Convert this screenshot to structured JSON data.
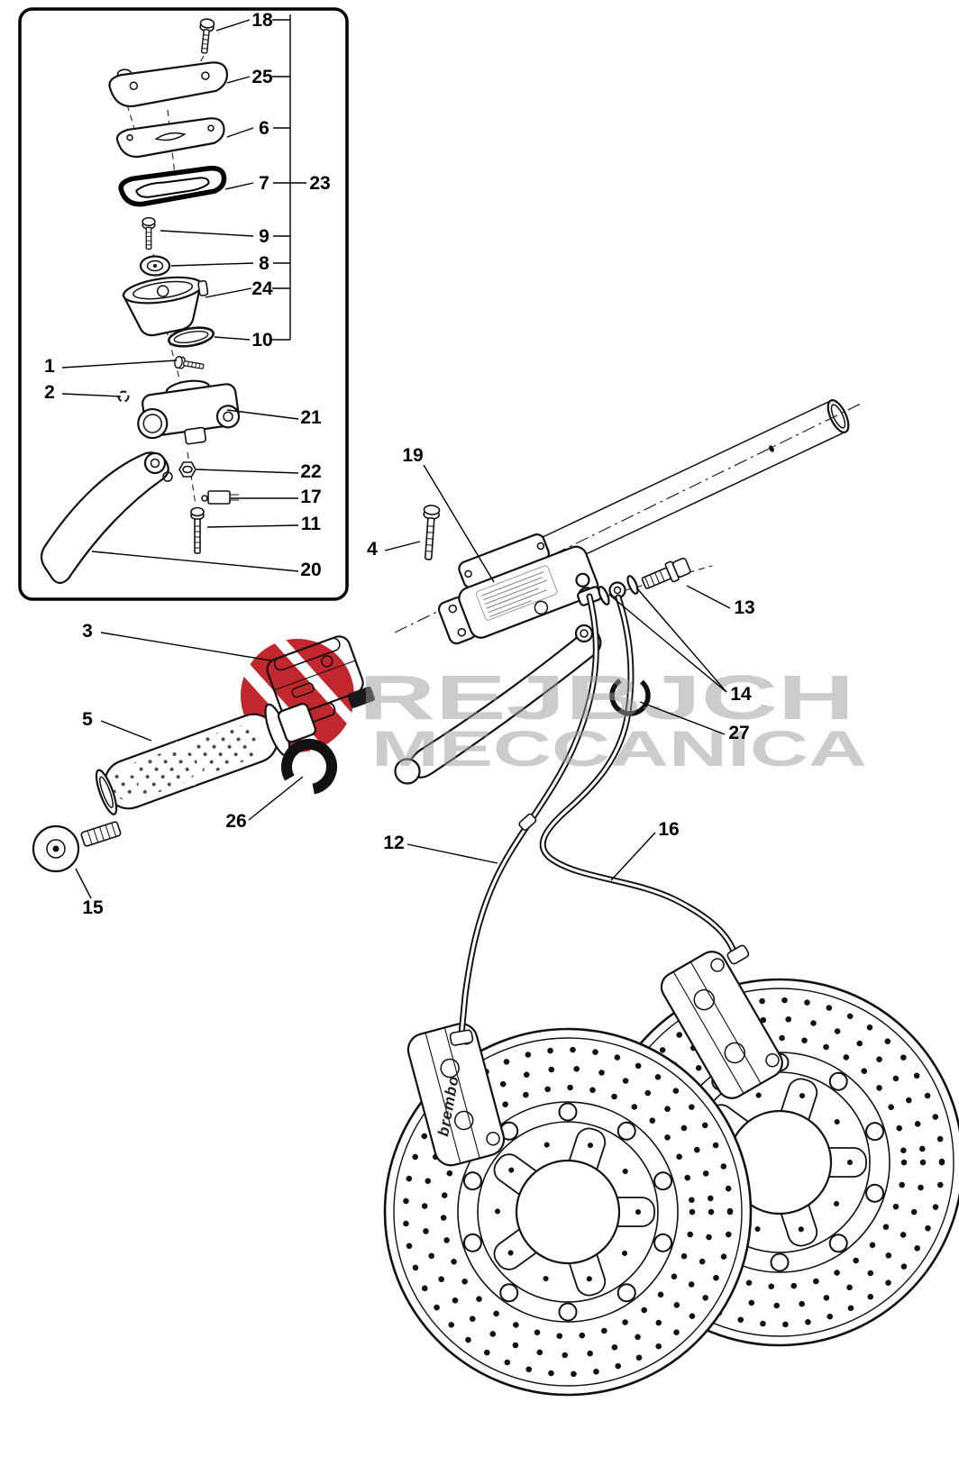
{
  "diagram": {
    "callouts": [
      "18",
      "25",
      "6",
      "7",
      "23",
      "9",
      "8",
      "24",
      "10",
      "1",
      "2",
      "21",
      "22",
      "17",
      "11",
      "20",
      "19",
      "4",
      "13",
      "3",
      "14",
      "27",
      "5",
      "26",
      "12",
      "16",
      "15"
    ],
    "watermark": {
      "line1": "REJBJCH",
      "line2": "MECCANICA"
    },
    "caliper_brand": "brembo",
    "colors": {
      "line": "#111111",
      "watermark_red": "#c1272d",
      "watermark_gray": "#9a9a9a"
    }
  }
}
